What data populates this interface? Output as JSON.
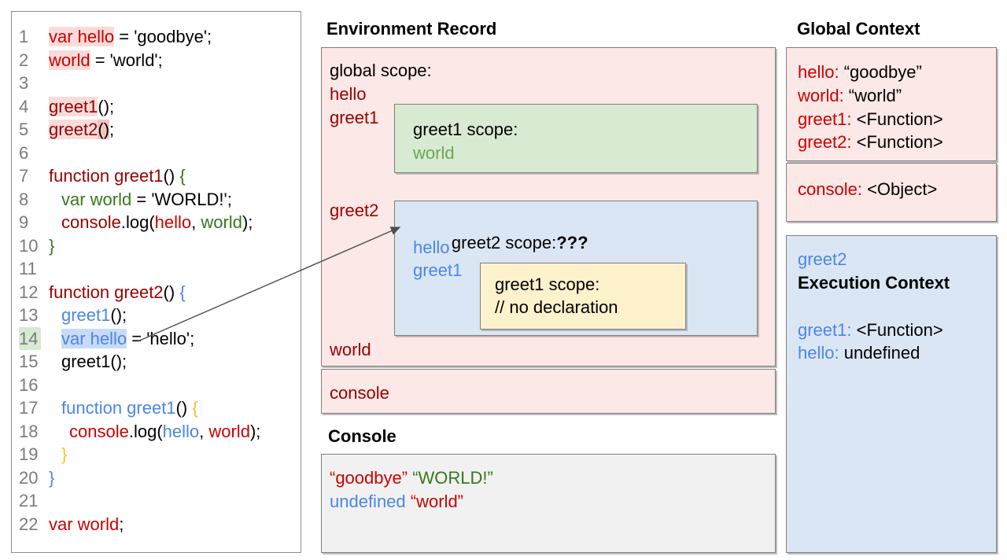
{
  "colors": {
    "box_pink": "#fce8e6",
    "box_green": "#d9ead3",
    "box_blue": "#dbe6f4",
    "box_yellow": "#fef2cc",
    "box_gray": "#f1f1f1",
    "text_red": "#cc0000",
    "text_dark_red": "#990000",
    "text_blue": "#4a86e8",
    "text_green": "#38761d",
    "text_gold": "#f1c232",
    "line_number_gray": "#7b7b7b",
    "highlight_blue": "#c9daf8",
    "highlight_green": "#d9ead3",
    "highlight_pink": "#f9dcd9"
  },
  "code_panel": {
    "lines": [
      {
        "num": "1",
        "indent": 0,
        "tokens": [
          {
            "t": "var hello",
            "c": "red",
            "hl": "pink"
          },
          {
            "t": " = 'goodbye';",
            "c": "black"
          }
        ]
      },
      {
        "num": "2",
        "indent": 0,
        "tokens": [
          {
            "t": "world",
            "c": "red",
            "hl": "pink"
          },
          {
            "t": " = 'world';",
            "c": "black"
          }
        ]
      },
      {
        "num": "3",
        "indent": 0,
        "tokens": []
      },
      {
        "num": "4",
        "indent": 0,
        "tokens": [
          {
            "t": "greet1",
            "c": "darkred",
            "hl": "pink"
          },
          {
            "t": "();",
            "c": "black"
          }
        ]
      },
      {
        "num": "5",
        "indent": 0,
        "tokens": [
          {
            "t": "greet2",
            "c": "darkred",
            "hl": "pink"
          },
          {
            "t": "()",
            "c": "black",
            "hl": "pinkdark"
          },
          {
            "t": ";",
            "c": "black"
          }
        ]
      },
      {
        "num": "6",
        "indent": 0,
        "tokens": []
      },
      {
        "num": "7",
        "indent": 0,
        "tokens": [
          {
            "t": "function greet1",
            "c": "darkred"
          },
          {
            "t": "() ",
            "c": "black"
          },
          {
            "t": "{",
            "c": "green"
          }
        ]
      },
      {
        "num": "8",
        "indent": 1,
        "tokens": [
          {
            "t": "var world",
            "c": "green"
          },
          {
            "t": " = 'WORLD!';",
            "c": "black"
          }
        ]
      },
      {
        "num": "9",
        "indent": 1,
        "tokens": [
          {
            "t": "console",
            "c": "darkred"
          },
          {
            "t": ".log(",
            "c": "black"
          },
          {
            "t": "hello",
            "c": "red"
          },
          {
            "t": ", ",
            "c": "black"
          },
          {
            "t": "world",
            "c": "green"
          },
          {
            "t": ");",
            "c": "black"
          }
        ]
      },
      {
        "num": "10",
        "indent": 0,
        "tokens": [
          {
            "t": "}",
            "c": "green"
          }
        ]
      },
      {
        "num": "11",
        "indent": 0,
        "tokens": []
      },
      {
        "num": "12",
        "indent": 0,
        "tokens": [
          {
            "t": "function greet2",
            "c": "darkred"
          },
          {
            "t": "() ",
            "c": "black"
          },
          {
            "t": "{",
            "c": "blue"
          }
        ]
      },
      {
        "num": "13",
        "indent": 1,
        "tokens": [
          {
            "t": "greet1",
            "c": "blue"
          },
          {
            "t": "();",
            "c": "black"
          }
        ]
      },
      {
        "num": "14",
        "indent": 1,
        "num_hl": "green",
        "tokens": [
          {
            "t": "var hello",
            "c": "blue",
            "hl": "blue"
          },
          {
            "t": " = 'hello';",
            "c": "black"
          }
        ]
      },
      {
        "num": "15",
        "indent": 1,
        "tokens": [
          {
            "t": "greet1();",
            "c": "black"
          }
        ]
      },
      {
        "num": "16",
        "indent": 0,
        "tokens": []
      },
      {
        "num": "17",
        "indent": 1,
        "tokens": [
          {
            "t": "function greet1",
            "c": "blue"
          },
          {
            "t": "() ",
            "c": "black"
          },
          {
            "t": "{",
            "c": "gold"
          }
        ]
      },
      {
        "num": "18",
        "indent": 2,
        "tokens": [
          {
            "t": "console",
            "c": "red"
          },
          {
            "t": ".log(",
            "c": "black"
          },
          {
            "t": "hello",
            "c": "blue"
          },
          {
            "t": ", ",
            "c": "black"
          },
          {
            "t": "world",
            "c": "red"
          },
          {
            "t": ");",
            "c": "black"
          }
        ]
      },
      {
        "num": "19",
        "indent": 1,
        "tokens": [
          {
            "t": "}",
            "c": "gold"
          }
        ]
      },
      {
        "num": "20",
        "indent": 0,
        "tokens": [
          {
            "t": "}",
            "c": "blue"
          }
        ]
      },
      {
        "num": "21",
        "indent": 0,
        "tokens": []
      },
      {
        "num": "22",
        "indent": 0,
        "tokens": [
          {
            "t": "var world",
            "c": "red"
          },
          {
            "t": ";",
            "c": "black"
          }
        ]
      }
    ]
  },
  "environment_record": {
    "title": "Environment Record",
    "global_scope": {
      "label": "global scope:",
      "vars": [
        "hello",
        "greet1",
        "greet2",
        "world"
      ]
    },
    "greet1_scope": {
      "label": "greet1 scope:",
      "vars": [
        "world"
      ]
    },
    "greet2_scope": {
      "label": "greet2 scope:",
      "question": "???",
      "vars": [
        "hello",
        "greet1"
      ]
    },
    "greet1_inner_scope": {
      "label": "greet1 scope:",
      "comment": "// no declaration"
    },
    "console_row": "console"
  },
  "console_panel": {
    "title": "Console",
    "lines": [
      [
        {
          "t": "“goodbye”",
          "c": "red"
        },
        {
          "t": " ",
          "c": "black"
        },
        {
          "t": "“WORLD!”",
          "c": "green"
        }
      ],
      [
        {
          "t": "undefined",
          "c": "blue"
        },
        {
          "t": " ",
          "c": "black"
        },
        {
          "t": "“world”",
          "c": "red"
        }
      ]
    ]
  },
  "global_context": {
    "title": "Global Context",
    "entries": [
      {
        "key": "hello:",
        "value": " “goodbye”"
      },
      {
        "key": "world:",
        "value": " “world”"
      },
      {
        "key": "greet1:",
        "value": " <Function>"
      },
      {
        "key": "greet2:",
        "value": " <Function>"
      }
    ],
    "console_entry": {
      "key": "console:",
      "value": " <Object>"
    }
  },
  "execution_context": {
    "name": "greet2",
    "title": "Execution Context",
    "entries": [
      {
        "key": "greet1:",
        "value": " <Function>"
      },
      {
        "key": "hello:",
        "value": " undefined"
      }
    ]
  }
}
